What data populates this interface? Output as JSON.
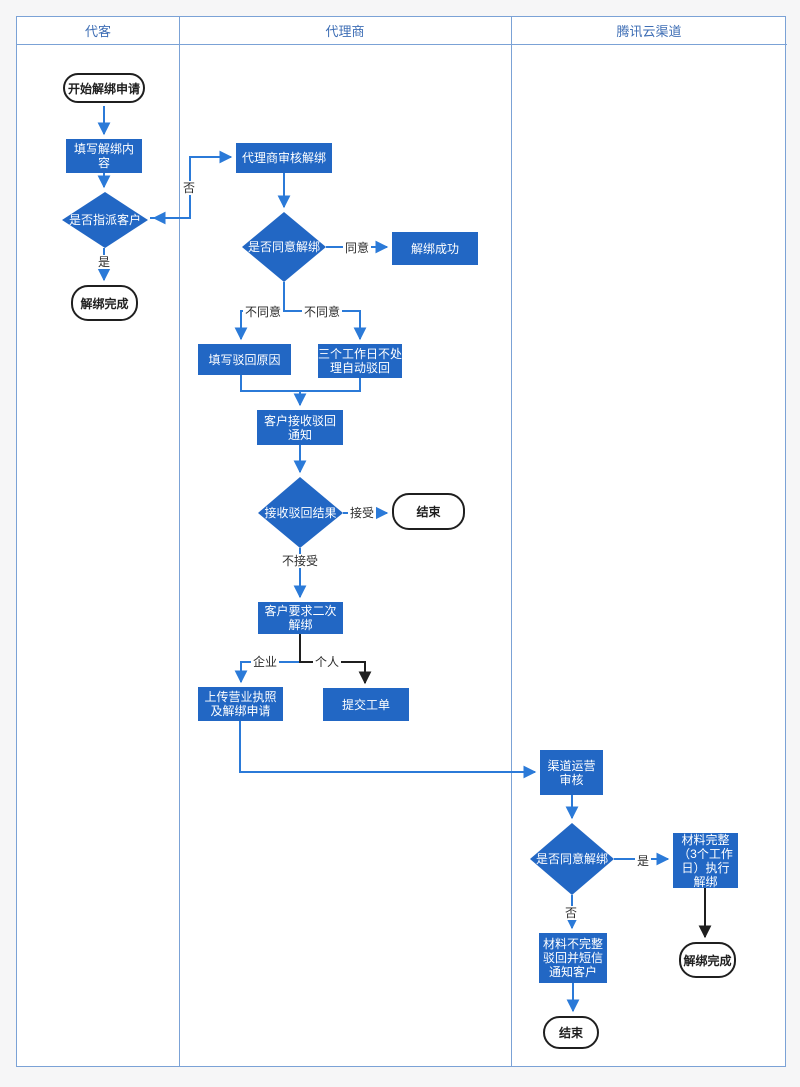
{
  "lanes": {
    "lane1": "代客",
    "lane2": "代理商",
    "lane3": "腾讯云渠道"
  },
  "nodes": {
    "start": "开始解绑申请",
    "fill_content": "填写解绑内\n容",
    "assign_decision": "是否指派客户",
    "agent_done": "解绑完成",
    "agent_review": "代理商审核解绑",
    "agree_decision": "是否同意解绑",
    "unbind_success": "解绑成功",
    "fill_reject_reason": "填写驳回原因",
    "auto_reject": "三个工作日不处\n理自动驳回",
    "receive_notice": "客户接收驳回\n通知",
    "result_decision": "接收驳回结果",
    "end_accept": "结束",
    "second_unbind": "客户要求二次\n解绑",
    "upload_license": "上传营业执照\n及解绑申请",
    "submit_ticket": "提交工单",
    "channel_review": "渠道运营\n审核",
    "channel_decision": "是否同意解绑",
    "exec_unbind": "材料完整\n（3个工作\n日）执行\n解绑",
    "channel_done": "解绑完成",
    "incomplete_reject": "材料不完整\n驳回并短信\n通知客户",
    "end_final": "结束"
  },
  "edge_labels": {
    "no1": "否",
    "yes1": "是",
    "agree": "同意",
    "disagree1": "不同意",
    "disagree2": "不同意",
    "accept": "接受",
    "not_accept": "不接受",
    "enterprise": "企业",
    "personal": "个人",
    "yes2": "是",
    "no2": "否"
  },
  "colors": {
    "node_fill": "#2267c4",
    "connector_blue": "#2b7ad8",
    "connector_black": "#1f1f1f",
    "lane_border": "#7ba2d6",
    "lane_title_text": "#3e6eb5",
    "canvas_bg": "#ffffff",
    "page_bg": "#f6f6f7"
  }
}
